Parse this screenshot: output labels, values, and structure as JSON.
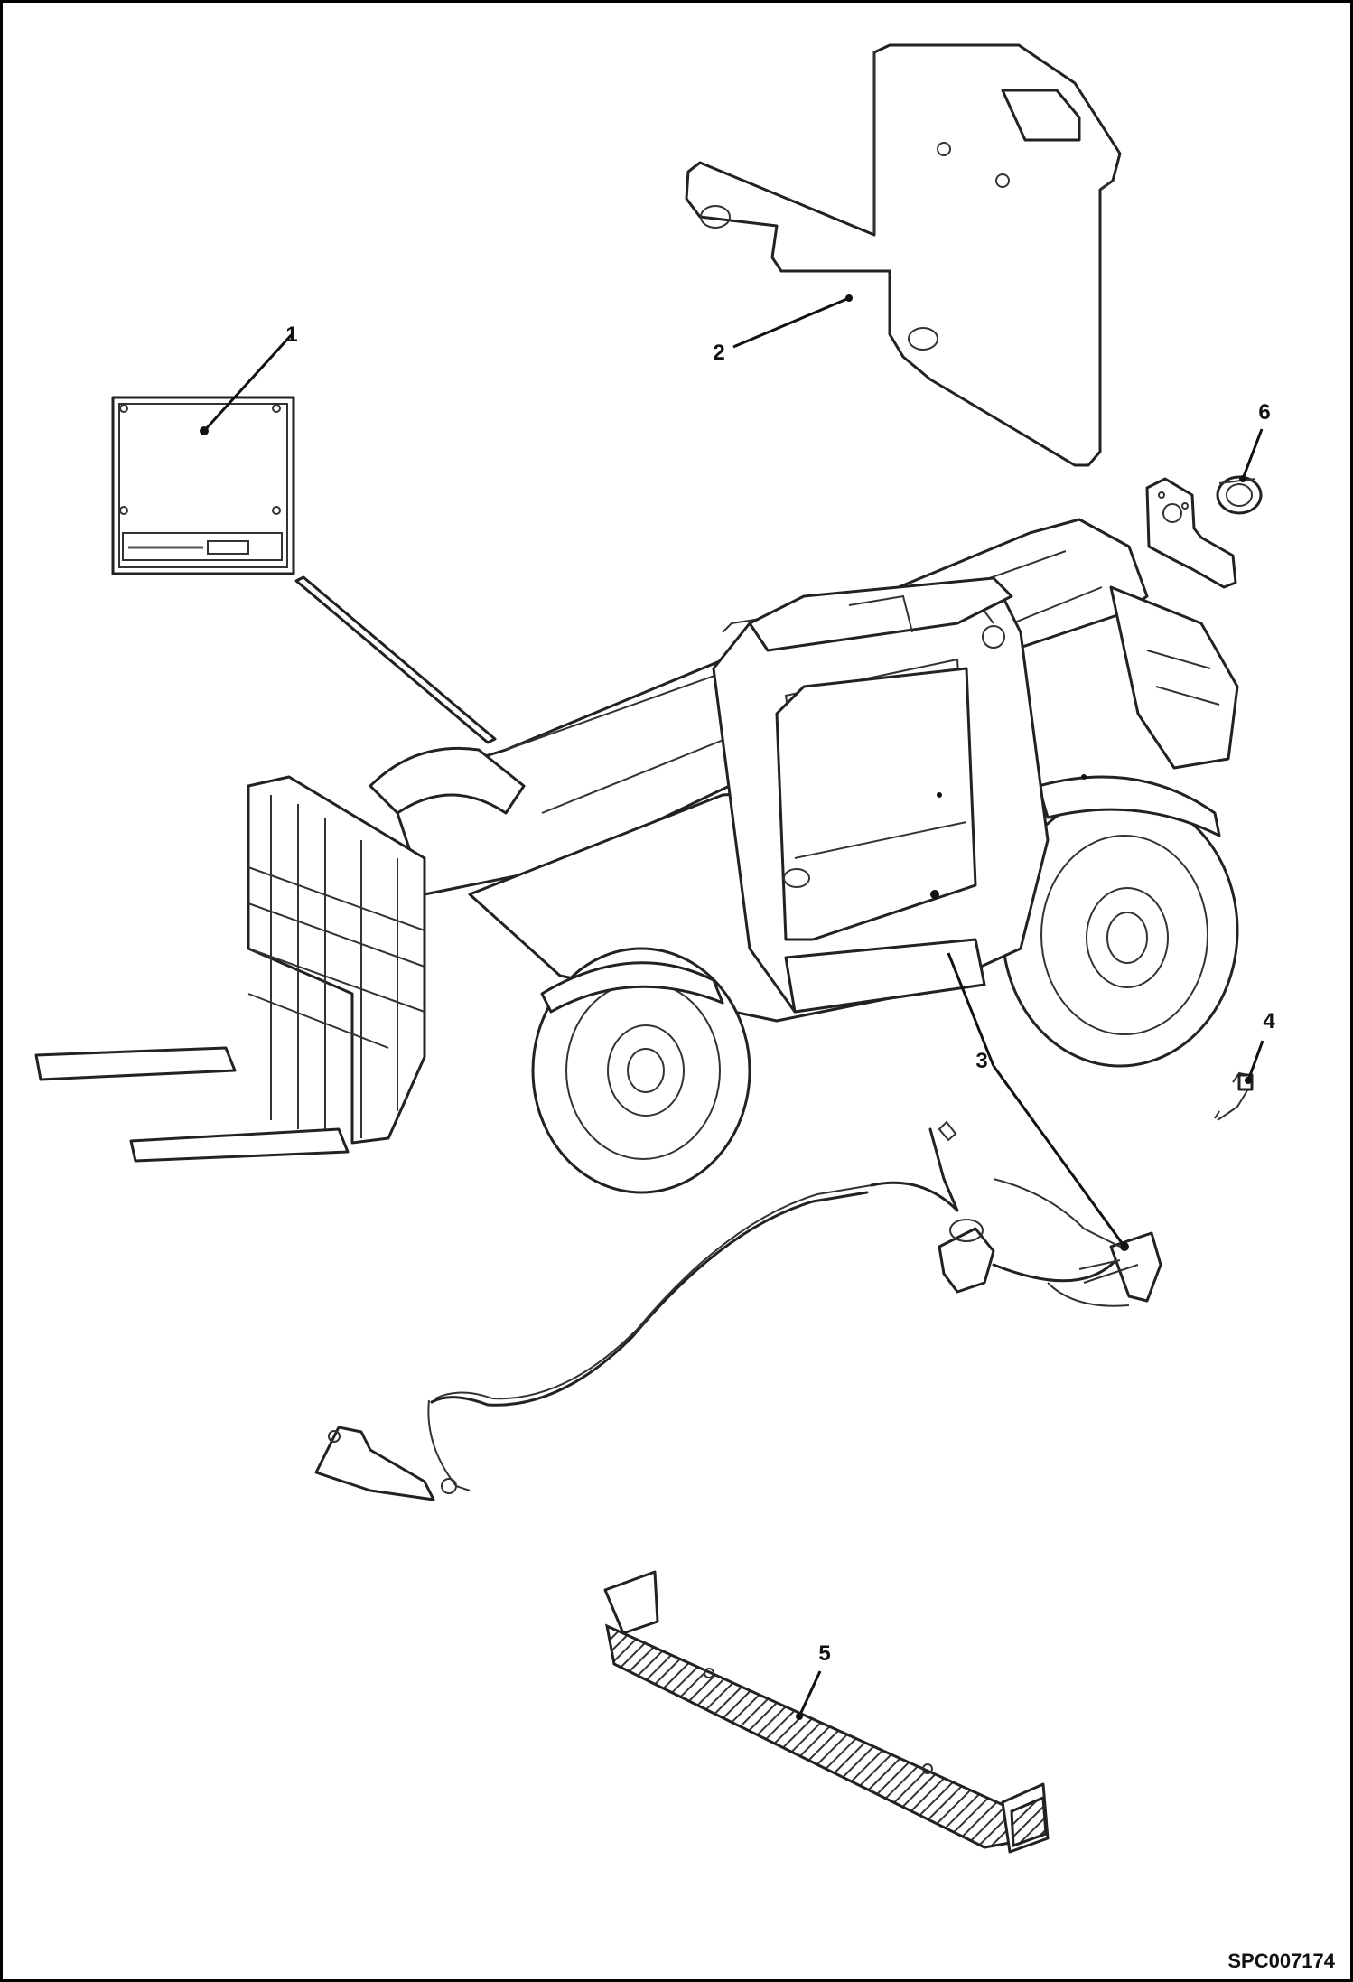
{
  "figure": {
    "callouts": [
      "1",
      "2",
      "3",
      "4",
      "5",
      "6"
    ],
    "drawing_code": "SPC007174"
  },
  "parts": [
    {
      "number": "1",
      "icon": "data-plate-icon"
    },
    {
      "number": "2",
      "icon": "mounting-plate-icon"
    },
    {
      "number": "3",
      "icon": "wiring-harness-icon"
    },
    {
      "number": "4",
      "icon": "cable-connector-icon"
    },
    {
      "number": "5",
      "icon": "reflective-strip-icon"
    },
    {
      "number": "6",
      "icon": "beacon-bracket-icon"
    }
  ],
  "colors": {
    "line": "#222222",
    "background": "#ffffff",
    "frame": "#000000"
  }
}
